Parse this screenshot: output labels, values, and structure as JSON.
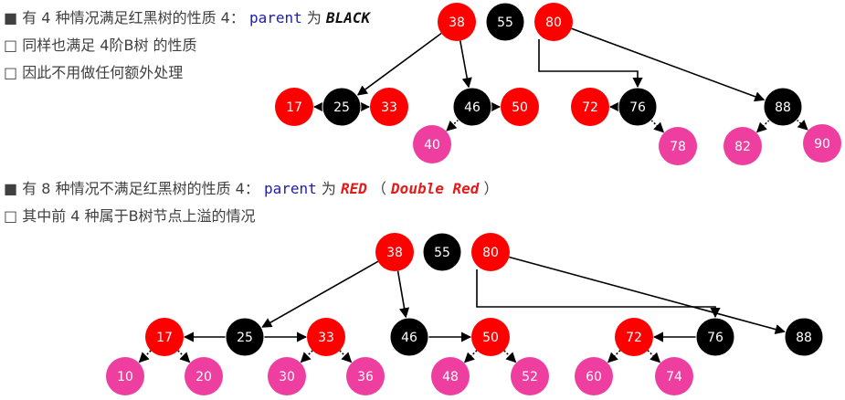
{
  "section1": {
    "line1": {
      "bullet": "■",
      "text": "有 4 种情况满足红黑树的性质 4：",
      "code": "parent",
      "mid": "为",
      "em": "BLACK"
    },
    "line2": {
      "bullet": "□",
      "text": "同样也满足 4阶B树 的性质"
    },
    "line3": {
      "bullet": "□",
      "text": "因此不用做任何额外处理"
    }
  },
  "section2": {
    "line1": {
      "bullet": "■",
      "text": "有 8 种情况不满足红黑树的性质 4：",
      "code": "parent",
      "mid": "为",
      "em": "RED",
      "paren_open": "（",
      "em2": "Double Red",
      "paren_close": "）"
    },
    "line2": {
      "bullet": "□",
      "text": "其中前 4 种属于B树节点上溢的情况"
    }
  },
  "colors": {
    "red": "#ff0000",
    "black": "#000000",
    "pink": "#ee3fa0",
    "edge": "#000000"
  },
  "tree1": {
    "nodes": [
      {
        "id": "t1-38",
        "label": "38",
        "color": "red"
      },
      {
        "id": "t1-55",
        "label": "55",
        "color": "black"
      },
      {
        "id": "t1-80",
        "label": "80",
        "color": "red"
      },
      {
        "id": "t1-17",
        "label": "17",
        "color": "red"
      },
      {
        "id": "t1-25",
        "label": "25",
        "color": "black"
      },
      {
        "id": "t1-33",
        "label": "33",
        "color": "red"
      },
      {
        "id": "t1-46",
        "label": "46",
        "color": "black"
      },
      {
        "id": "t1-50",
        "label": "50",
        "color": "red"
      },
      {
        "id": "t1-72",
        "label": "72",
        "color": "red"
      },
      {
        "id": "t1-76",
        "label": "76",
        "color": "black"
      },
      {
        "id": "t1-88",
        "label": "88",
        "color": "black"
      },
      {
        "id": "t1-40",
        "label": "40",
        "color": "pink"
      },
      {
        "id": "t1-78",
        "label": "78",
        "color": "pink"
      },
      {
        "id": "t1-82",
        "label": "82",
        "color": "pink"
      },
      {
        "id": "t1-90",
        "label": "90",
        "color": "pink"
      }
    ]
  },
  "tree2": {
    "nodes": [
      {
        "id": "t2-38",
        "label": "38",
        "color": "red"
      },
      {
        "id": "t2-55",
        "label": "55",
        "color": "black"
      },
      {
        "id": "t2-80",
        "label": "80",
        "color": "red"
      },
      {
        "id": "t2-17",
        "label": "17",
        "color": "red"
      },
      {
        "id": "t2-25",
        "label": "25",
        "color": "black"
      },
      {
        "id": "t2-33",
        "label": "33",
        "color": "red"
      },
      {
        "id": "t2-46",
        "label": "46",
        "color": "black"
      },
      {
        "id": "t2-50",
        "label": "50",
        "color": "red"
      },
      {
        "id": "t2-72",
        "label": "72",
        "color": "red"
      },
      {
        "id": "t2-76",
        "label": "76",
        "color": "black"
      },
      {
        "id": "t2-88",
        "label": "88",
        "color": "black"
      },
      {
        "id": "t2-10",
        "label": "10",
        "color": "pink"
      },
      {
        "id": "t2-20",
        "label": "20",
        "color": "pink"
      },
      {
        "id": "t2-30",
        "label": "30",
        "color": "pink"
      },
      {
        "id": "t2-36",
        "label": "36",
        "color": "pink"
      },
      {
        "id": "t2-48",
        "label": "48",
        "color": "pink"
      },
      {
        "id": "t2-52",
        "label": "52",
        "color": "pink"
      },
      {
        "id": "t2-60",
        "label": "60",
        "color": "pink"
      },
      {
        "id": "t2-74",
        "label": "74",
        "color": "pink"
      }
    ]
  }
}
